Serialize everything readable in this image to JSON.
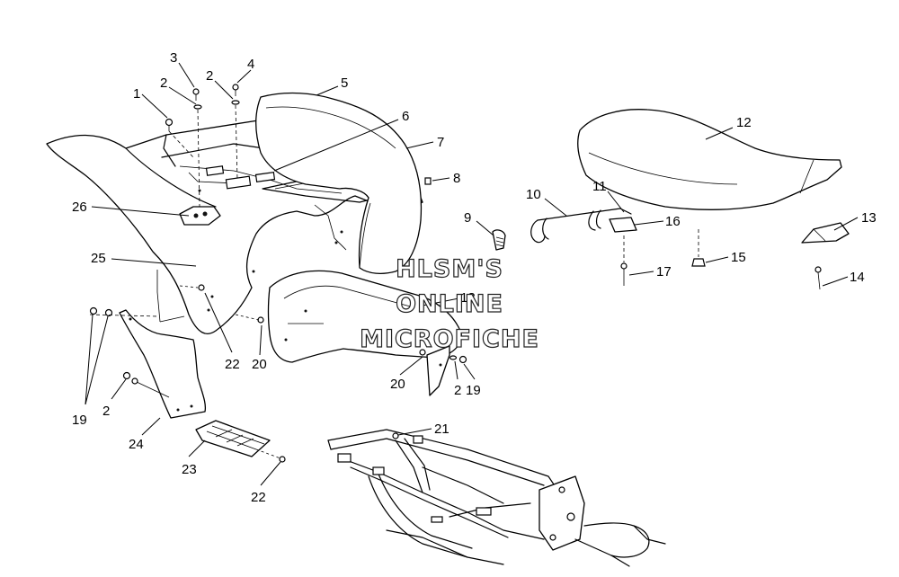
{
  "watermark": {
    "line1": "HLSM'S",
    "line2": "ONLINE",
    "line3": "MICROFICHE"
  },
  "callouts": [
    {
      "id": "c1",
      "text": "1"
    },
    {
      "id": "c2a",
      "text": "2"
    },
    {
      "id": "c3",
      "text": "3"
    },
    {
      "id": "c2b",
      "text": "2"
    },
    {
      "id": "c4",
      "text": "4"
    },
    {
      "id": "c5",
      "text": "5"
    },
    {
      "id": "c6",
      "text": "6"
    },
    {
      "id": "c7",
      "text": "7"
    },
    {
      "id": "c8",
      "text": "8"
    },
    {
      "id": "c12",
      "text": "12"
    },
    {
      "id": "c11",
      "text": "11"
    },
    {
      "id": "c10",
      "text": "10"
    },
    {
      "id": "c9",
      "text": "9"
    },
    {
      "id": "c16",
      "text": "16"
    },
    {
      "id": "c13",
      "text": "13"
    },
    {
      "id": "c15",
      "text": "15"
    },
    {
      "id": "c17",
      "text": "17"
    },
    {
      "id": "c14",
      "text": "14"
    },
    {
      "id": "c26",
      "text": "26"
    },
    {
      "id": "c25",
      "text": "25"
    },
    {
      "id": "c18",
      "text": "18"
    },
    {
      "id": "c22a",
      "text": "22"
    },
    {
      "id": "c20a",
      "text": "20"
    },
    {
      "id": "c20b",
      "text": "20"
    },
    {
      "id": "c2c",
      "text": "2"
    },
    {
      "id": "c19a",
      "text": "19"
    },
    {
      "id": "c19b",
      "text": "19"
    },
    {
      "id": "c2d",
      "text": "2"
    },
    {
      "id": "c24",
      "text": "24"
    },
    {
      "id": "c23",
      "text": "23"
    },
    {
      "id": "c22b",
      "text": "22"
    },
    {
      "id": "c21",
      "text": "21"
    }
  ]
}
